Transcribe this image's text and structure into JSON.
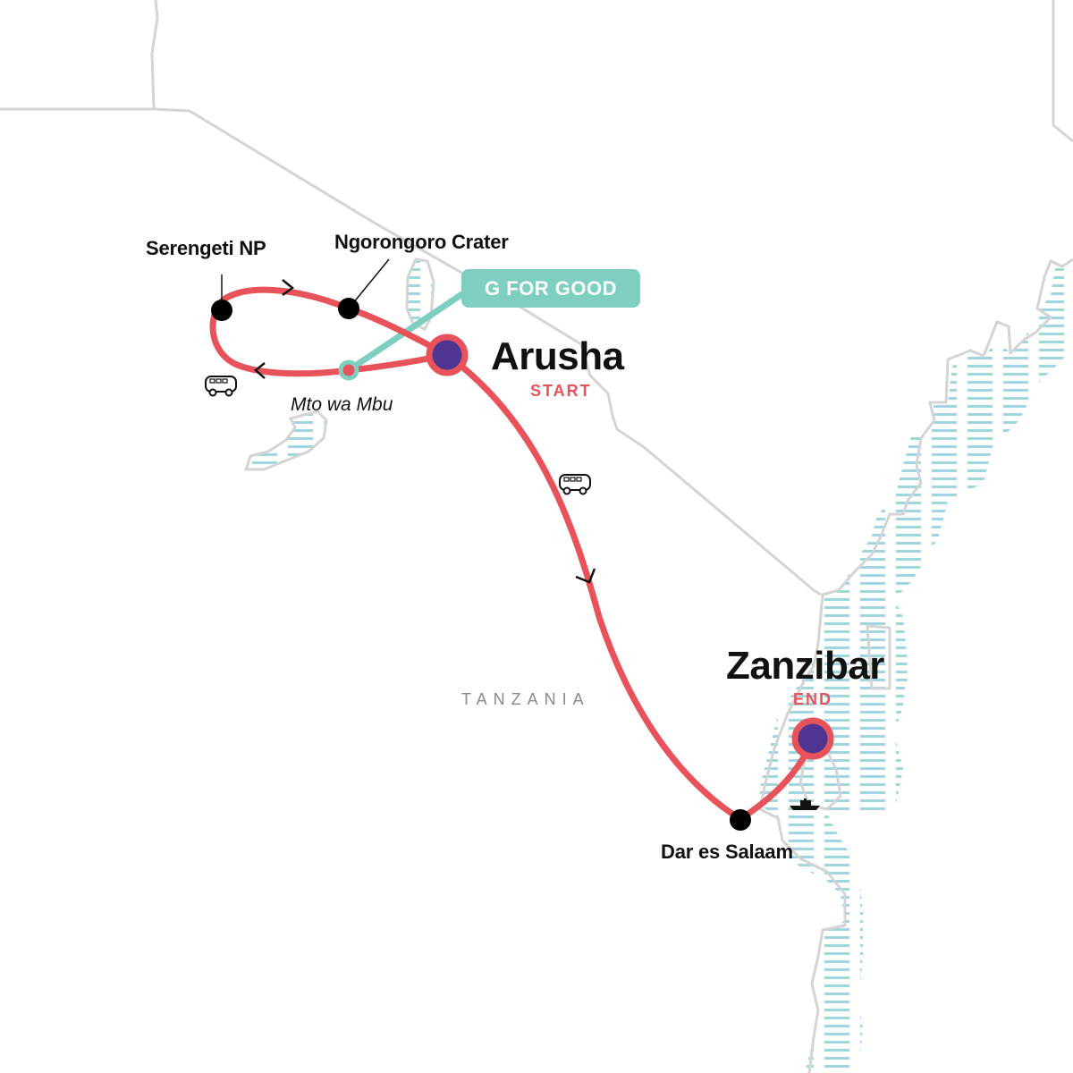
{
  "map": {
    "country_label": "TANZANIA",
    "colors": {
      "route": "#e8525a",
      "border": "#d4d4d4",
      "water_hatch": "#9fd6e0",
      "g_for_good": "#7fcfc1",
      "start_end_fill": "#4e3592",
      "stop_dot": "#000000"
    },
    "badge": {
      "label": "G FOR GOOD"
    },
    "stops": [
      {
        "name": "Serengeti NP",
        "type": "stop"
      },
      {
        "name": "Ngorongoro Crater",
        "type": "stop"
      },
      {
        "name": "Mto wa Mbu",
        "type": "g-for-good-stop"
      },
      {
        "name": "Dar es Salaam",
        "type": "stop"
      }
    ],
    "start": {
      "name": "Arusha",
      "tag": "START"
    },
    "end": {
      "name": "Zanzibar",
      "tag": "END"
    },
    "transport_icons": [
      "bus-icon",
      "bus-icon",
      "boat-icon"
    ]
  }
}
